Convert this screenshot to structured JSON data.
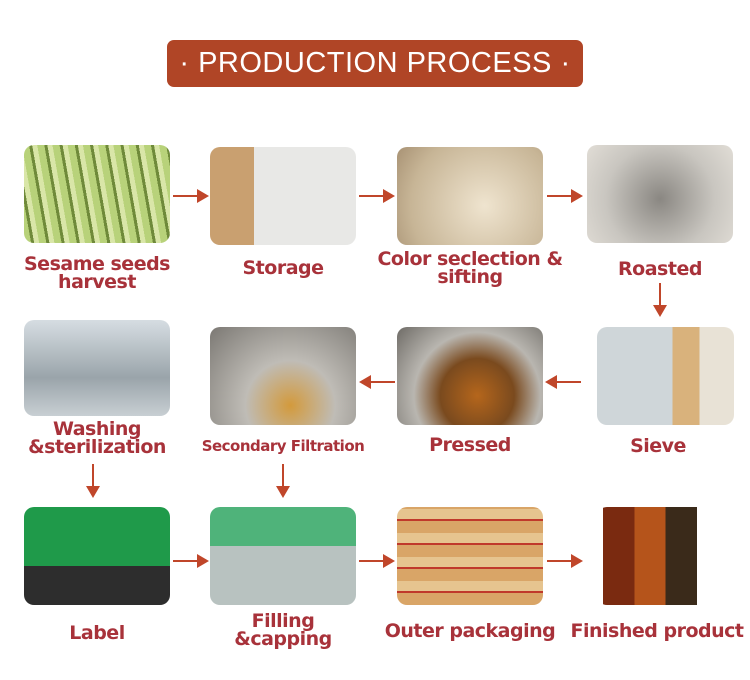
{
  "title": "· PRODUCTION PROCESS ·",
  "accent": "#b04526",
  "label_color": "#a8323a",
  "steps": [
    {
      "label": "Sesame seeds harvest"
    },
    {
      "label": "Storage"
    },
    {
      "label": "Color seclection & sifting"
    },
    {
      "label": "Roasted"
    },
    {
      "label": "Sieve"
    },
    {
      "label": "Pressed"
    },
    {
      "label": "Secondary Filtration"
    },
    {
      "label": "Washing &sterilization"
    },
    {
      "label": "Label"
    },
    {
      "label": "Filling &capping"
    },
    {
      "label": "Outer packaging"
    },
    {
      "label": "Finished product"
    }
  ]
}
